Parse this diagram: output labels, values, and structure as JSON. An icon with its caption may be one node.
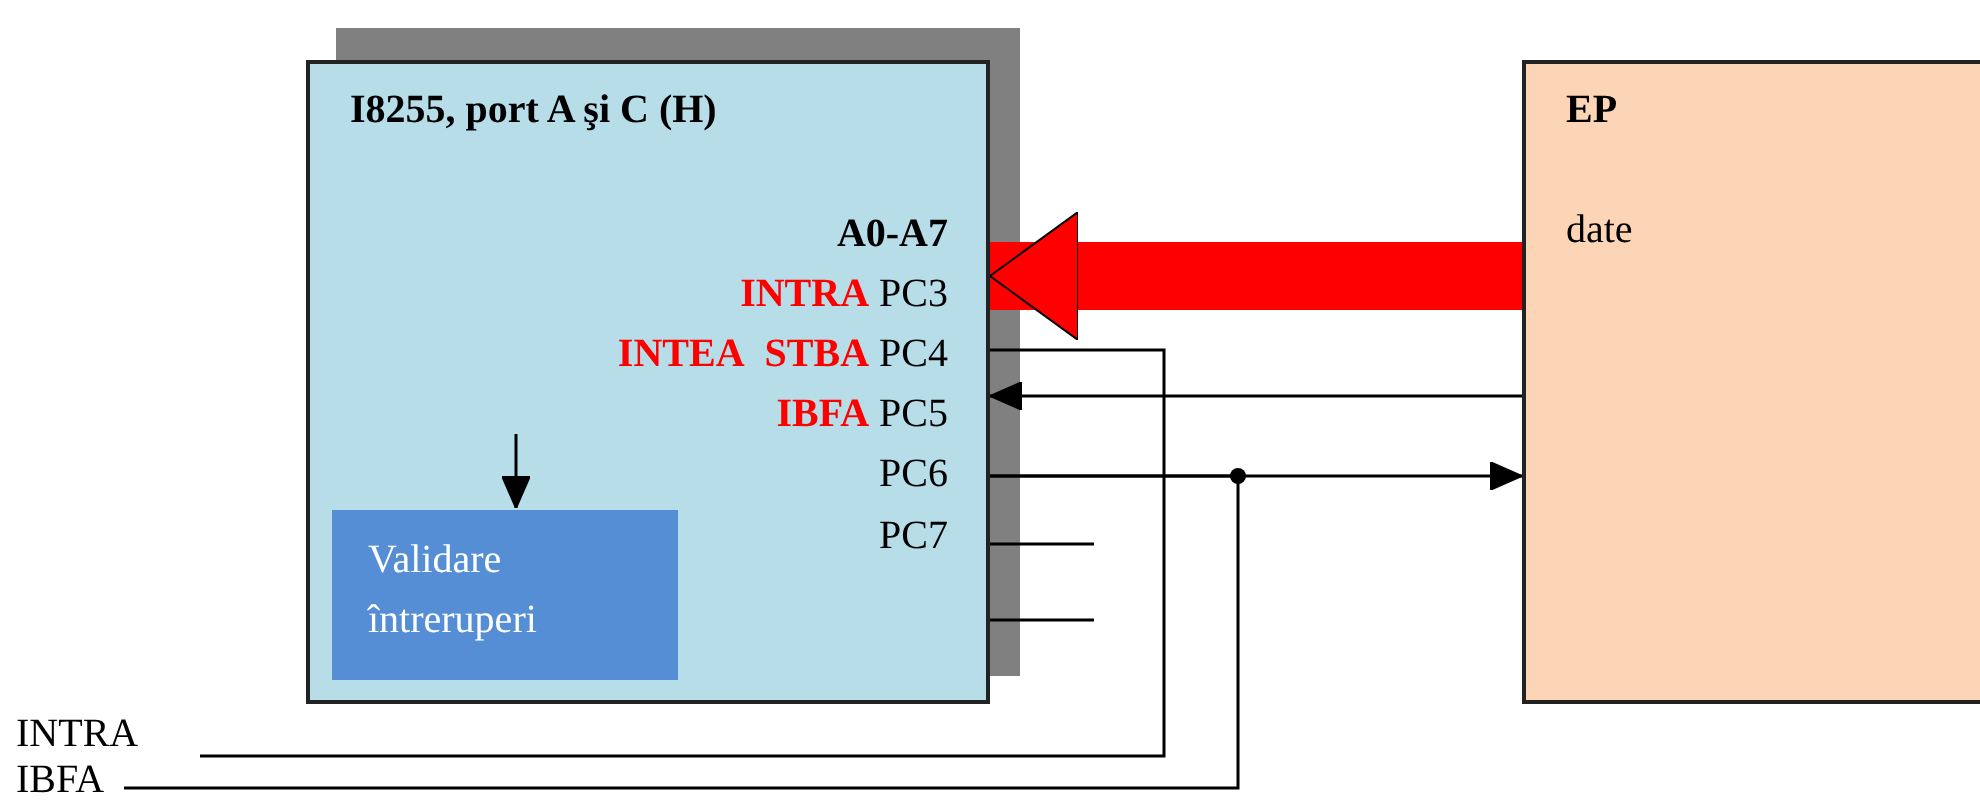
{
  "diagram": {
    "nodes": [
      {
        "text": [
          "I8255, port A şi C (H)"
        ]
      },
      {
        "text": [
          "A0-A7"
        ],
        "in": 0
      },
      {
        "text": [
          "INTRA",
          "PC3"
        ],
        "in": 0
      },
      {
        "text": [
          "INTEA",
          "STBA",
          "PC4"
        ],
        "in": 0
      },
      {
        "text": [
          "IBFA",
          "PC5"
        ],
        "in": 0
      },
      {
        "text": [
          "PC6"
        ],
        "in": 0
      },
      {
        "text": [
          "PC7"
        ],
        "in": 0
      },
      {
        "text": [
          "Validare întreruperi"
        ],
        "in": 0
      },
      {
        "text": [
          "EP",
          "date"
        ]
      },
      {
        "text": [
          "INTRA"
        ]
      },
      {
        "text": [
          "IBFA"
        ]
      }
    ],
    "edges": [
      {
        "from": 8,
        "to": 0,
        "arrow": "to",
        "style": "thick",
        "color": "#ff0000"
      },
      {
        "from": 3,
        "to": 9,
        "arrow": "none"
      },
      {
        "from": 8,
        "to": 4,
        "arrow": "to"
      },
      {
        "from": 5,
        "to": 8,
        "arrow": "to"
      },
      {
        "from": 5,
        "to": 10,
        "arrow": "none"
      },
      {
        "from": 6,
        "to": null,
        "arrow": "none"
      },
      {
        "from": 0,
        "to": null,
        "arrow": "none"
      },
      {
        "from": null,
        "to": 7,
        "arrow": "to"
      }
    ]
  }
}
